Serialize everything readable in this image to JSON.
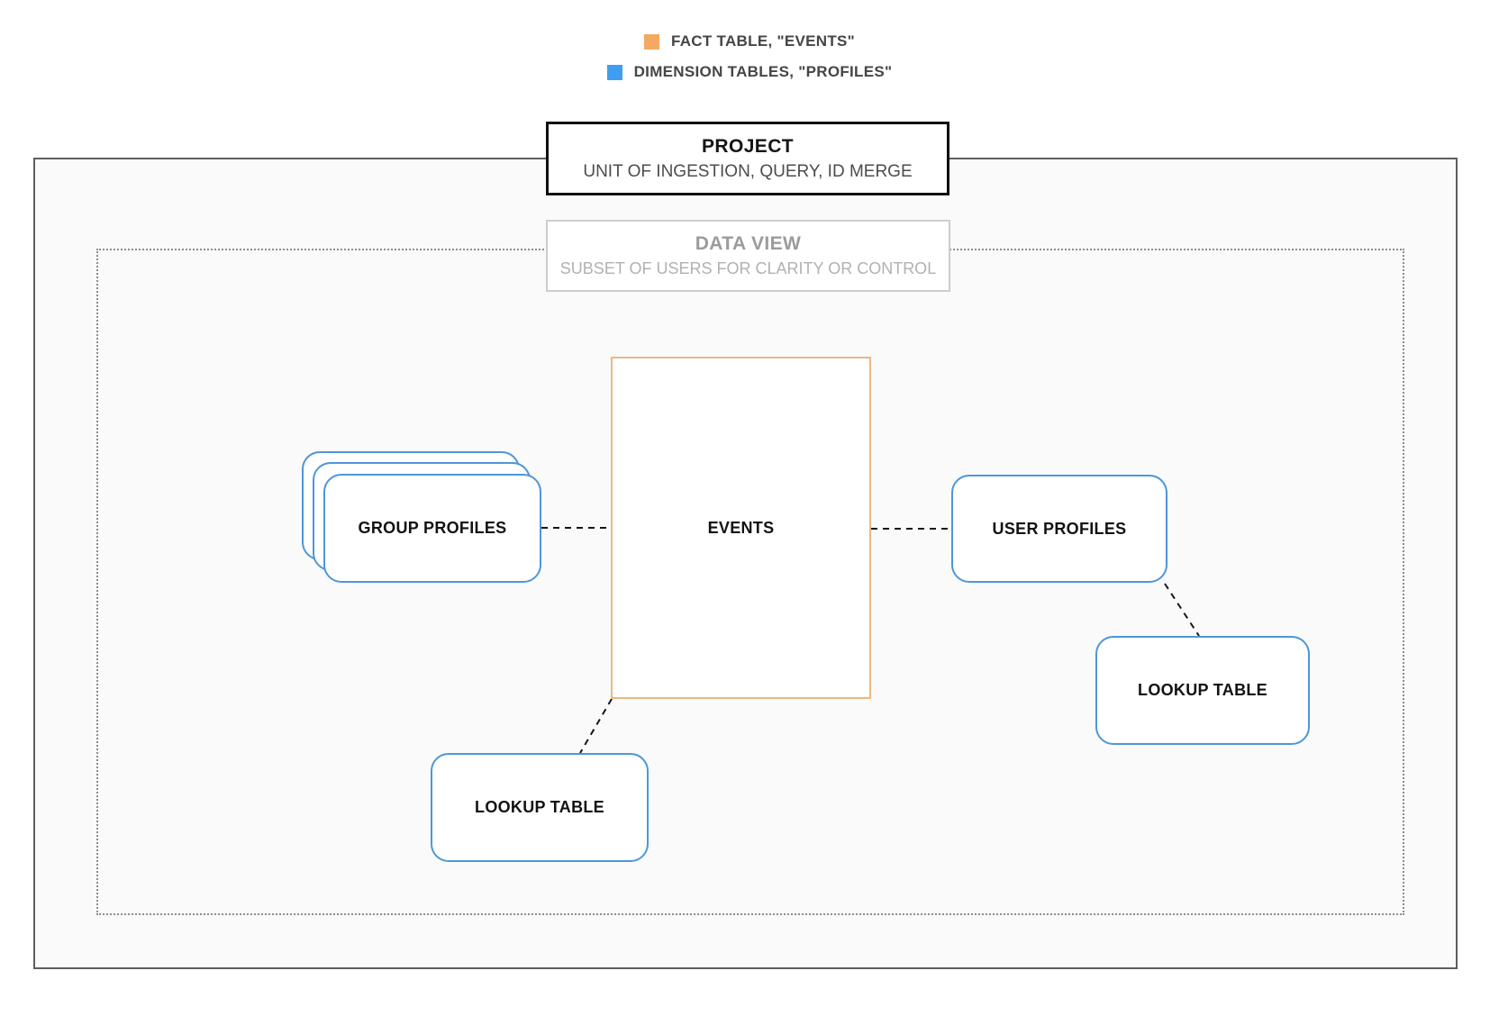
{
  "legend": {
    "items": [
      {
        "name": "fact-table",
        "label": "FACT TABLE, \"EVENTS\"",
        "color": "#f3a961"
      },
      {
        "name": "dimension-tables",
        "label": "DIMENSION TABLES, \"PROFILES\"",
        "color": "#3f9ef2"
      }
    ]
  },
  "project": {
    "title": "PROJECT",
    "subtitle": "UNIT OF INGESTION, QUERY, ID MERGE"
  },
  "data_view": {
    "title": "DATA VIEW",
    "subtitle": "SUBSET OF USERS FOR CLARITY OR CONTROL"
  },
  "nodes": {
    "events": {
      "label": "EVENTS",
      "border_color": "#e8ba80"
    },
    "group_profiles": {
      "label": "GROUP PROFILES",
      "border_color": "#4e96d9"
    },
    "user_profiles": {
      "label": "USER PROFILES",
      "border_color": "#4e96d9"
    },
    "lookup_table_left": {
      "label": "LOOKUP TABLE",
      "border_color": "#4e96d9"
    },
    "lookup_table_right": {
      "label": "LOOKUP TABLE",
      "border_color": "#4e96d9"
    }
  },
  "colors": {
    "outer_border": "#5e5e5e",
    "dotted_border": "#8d8d8d",
    "project_border": "#101010",
    "data_view_border": "#cdcdcd",
    "connector": "#151515",
    "region_background": "#fafafa"
  }
}
